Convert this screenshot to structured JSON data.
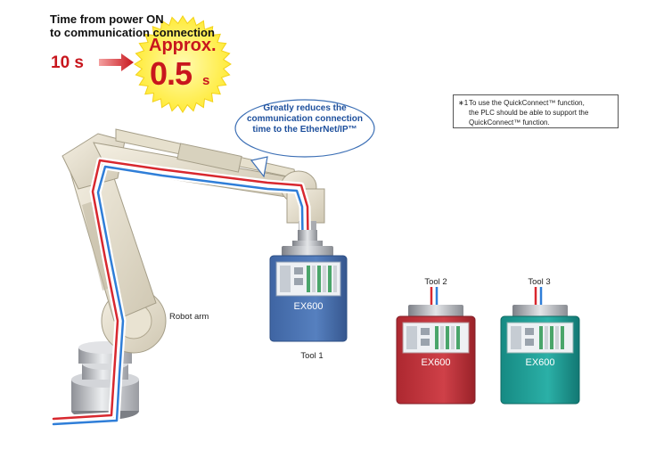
{
  "header": {
    "line1": "Time from power ON",
    "line2": "to communication connection"
  },
  "comparison": {
    "before_value": "10 s",
    "after_prefix": "Approx.",
    "after_value": "0.5",
    "after_unit": "s"
  },
  "callout": {
    "line1": "Greatly reduces the",
    "line2": "communication connection",
    "line3": "time to the EtherNet/IP™"
  },
  "note": {
    "mark": "∗1",
    "line1": "To use the QuickConnect™ function,",
    "line2": "the PLC should be able to support the",
    "line3": "QuickConnect™ function."
  },
  "labels": {
    "robot_arm": "Robot arm",
    "tool1": "Tool 1",
    "tool2": "Tool 2",
    "tool3": "Tool 3",
    "device": "EX600"
  },
  "colors": {
    "red_accent": "#c8161d",
    "blue_text": "#1d4f9c",
    "burst_yellow": "#fff35a",
    "tool1_body": "#4a72ad",
    "tool2_body": "#c1333a",
    "tool3_body": "#1f9b93"
  }
}
